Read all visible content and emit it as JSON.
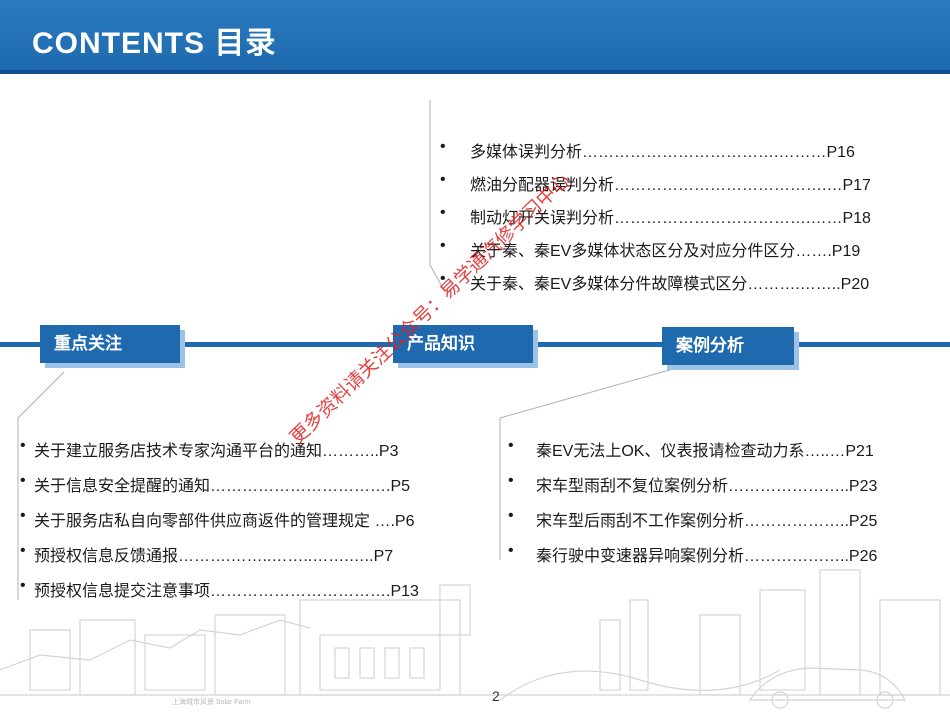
{
  "header": {
    "title": "CONTENTS 目录",
    "background_color": "#1f6aae"
  },
  "sections": {
    "focus": {
      "label": "重点关注"
    },
    "product": {
      "label": "产品知识"
    },
    "case": {
      "label": "案例分析"
    }
  },
  "lists": {
    "product": [
      "多媒体误判分析……………………………….………P16",
      "燃油分配器误判分析………………………………….…P17",
      "制动灯开关误判分析……………………………….……P18",
      "关于秦、秦EV多媒体状态区分及对应分件区分…….P19",
      "关于秦、秦EV多媒体分件故障模式区分……….……..P20"
    ],
    "focus": [
      "关于建立服务店技术专家沟通平台的通知………..P3",
      "关于信息安全提醒的通知…………………………….P5",
      "关于服务店私自向零部件供应商返件的管理规定 ….P6",
      "预授权信息反馈通报……….……..……..…….…..P7",
      "预授权信息提交注意事项…………………………….P13"
    ],
    "case": [
      "秦EV无法上OK、仪表报请检查动力系…..…P21",
      "宋车型雨刮不复位案例分析…………………..P23",
      "宋车型后雨刮不工作案例分析………………..P25",
      "秦行驶中变速器异响案例分析………………..P26"
    ]
  },
  "bullet": "•",
  "watermark": "更多资料请关注公众号：易学通汽修学习中心",
  "footer": {
    "logo_text": "上海城市风景 Solar Farm",
    "page_number": "2"
  },
  "colors": {
    "accent_blue": "#1f6aae",
    "tag_shadow": "#9cc3e6",
    "watermark_red": "#e02020"
  }
}
